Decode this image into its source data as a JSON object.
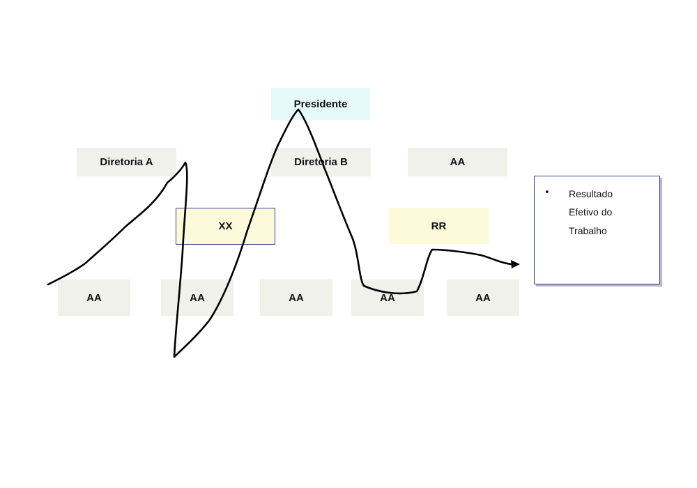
{
  "nodes": {
    "presidente": "Presidente",
    "diretoria_a": "Diretoria A",
    "diretoria_b": "Diretoria B",
    "top_right": "AA",
    "xx": "XX",
    "rr": "RR",
    "bottom_1": "AA",
    "bottom_2": "AA",
    "bottom_3": "AA",
    "bottom_4": "AA",
    "bottom_5": "AA"
  },
  "note": {
    "bullet": "•",
    "line_1": "Resultado",
    "line_2": "Efetivo do",
    "line_3": "Trabalho"
  },
  "colors": {
    "gray_box": "#eff1ea",
    "cyan_box": "#e6fafb",
    "yellow_box": "#fcfadb",
    "border_blue": "#3a3f8f",
    "stroke": "#000000"
  }
}
